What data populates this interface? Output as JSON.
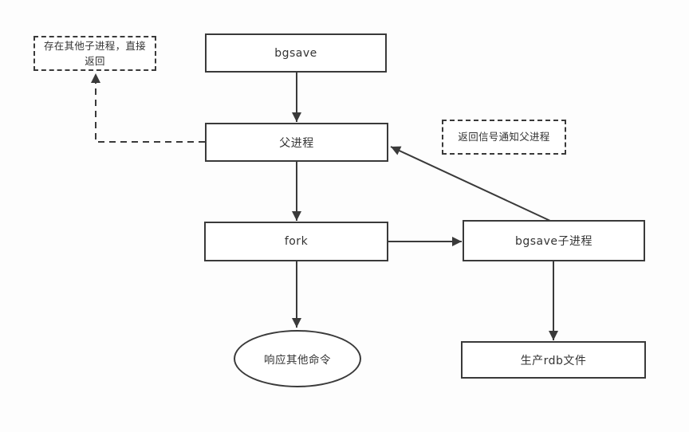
{
  "diagram": {
    "nodes": {
      "bgsave": {
        "label": "bgsave"
      },
      "parent_process": {
        "label": "父进程"
      },
      "fork": {
        "label": "fork"
      },
      "bgsave_child": {
        "label": "bgsave子进程"
      },
      "produce_rdb": {
        "label": "生产rdb文件"
      },
      "respond_other_commands": {
        "label": "响应其他命令"
      }
    },
    "notes": {
      "other_child_exists": {
        "label": "存在其他子进程，直接返回"
      },
      "signal_parent": {
        "label": "返回信号通知父进程"
      }
    },
    "edges": [
      {
        "from": "bgsave",
        "to": "parent_process",
        "style": "solid"
      },
      {
        "from": "parent_process",
        "to": "fork",
        "style": "solid"
      },
      {
        "from": "fork",
        "to": "respond_other_commands",
        "style": "solid"
      },
      {
        "from": "fork",
        "to": "bgsave_child",
        "style": "solid"
      },
      {
        "from": "bgsave_child",
        "to": "produce_rdb",
        "style": "solid"
      },
      {
        "from": "bgsave_child",
        "to": "parent_process",
        "style": "solid"
      },
      {
        "from": "parent_process",
        "to": "other_child_exists",
        "style": "dashed"
      }
    ],
    "colors": {
      "stroke": "#3a3a3a",
      "text": "#333333",
      "node_fill": "#ffffff",
      "background": "#fdfdfd"
    }
  }
}
